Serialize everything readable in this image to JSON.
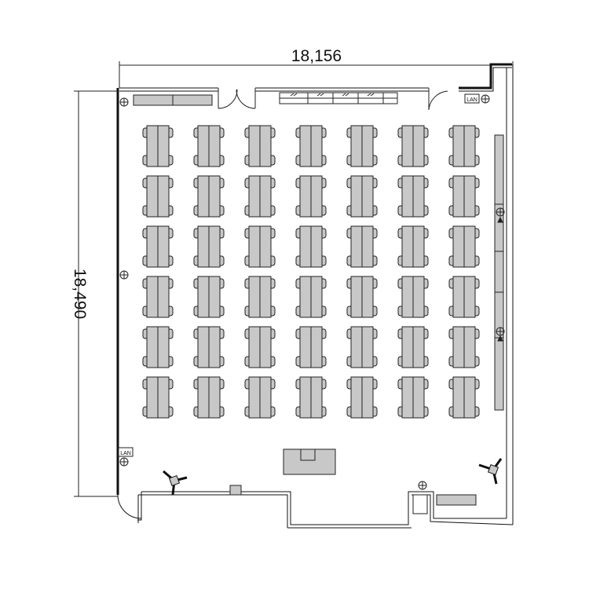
{
  "dimensions": {
    "width_label": "18,156",
    "height_label": "18,490"
  },
  "layout": {
    "desk_rows": 6,
    "desk_columns": 7,
    "chairs_per_desk": 4
  },
  "labels": {
    "lan_outlet": "LAN"
  },
  "colors": {
    "wall": "#000000",
    "furniture_fill": "#c8c8c8",
    "stroke": "#222222",
    "background": "#ffffff"
  }
}
